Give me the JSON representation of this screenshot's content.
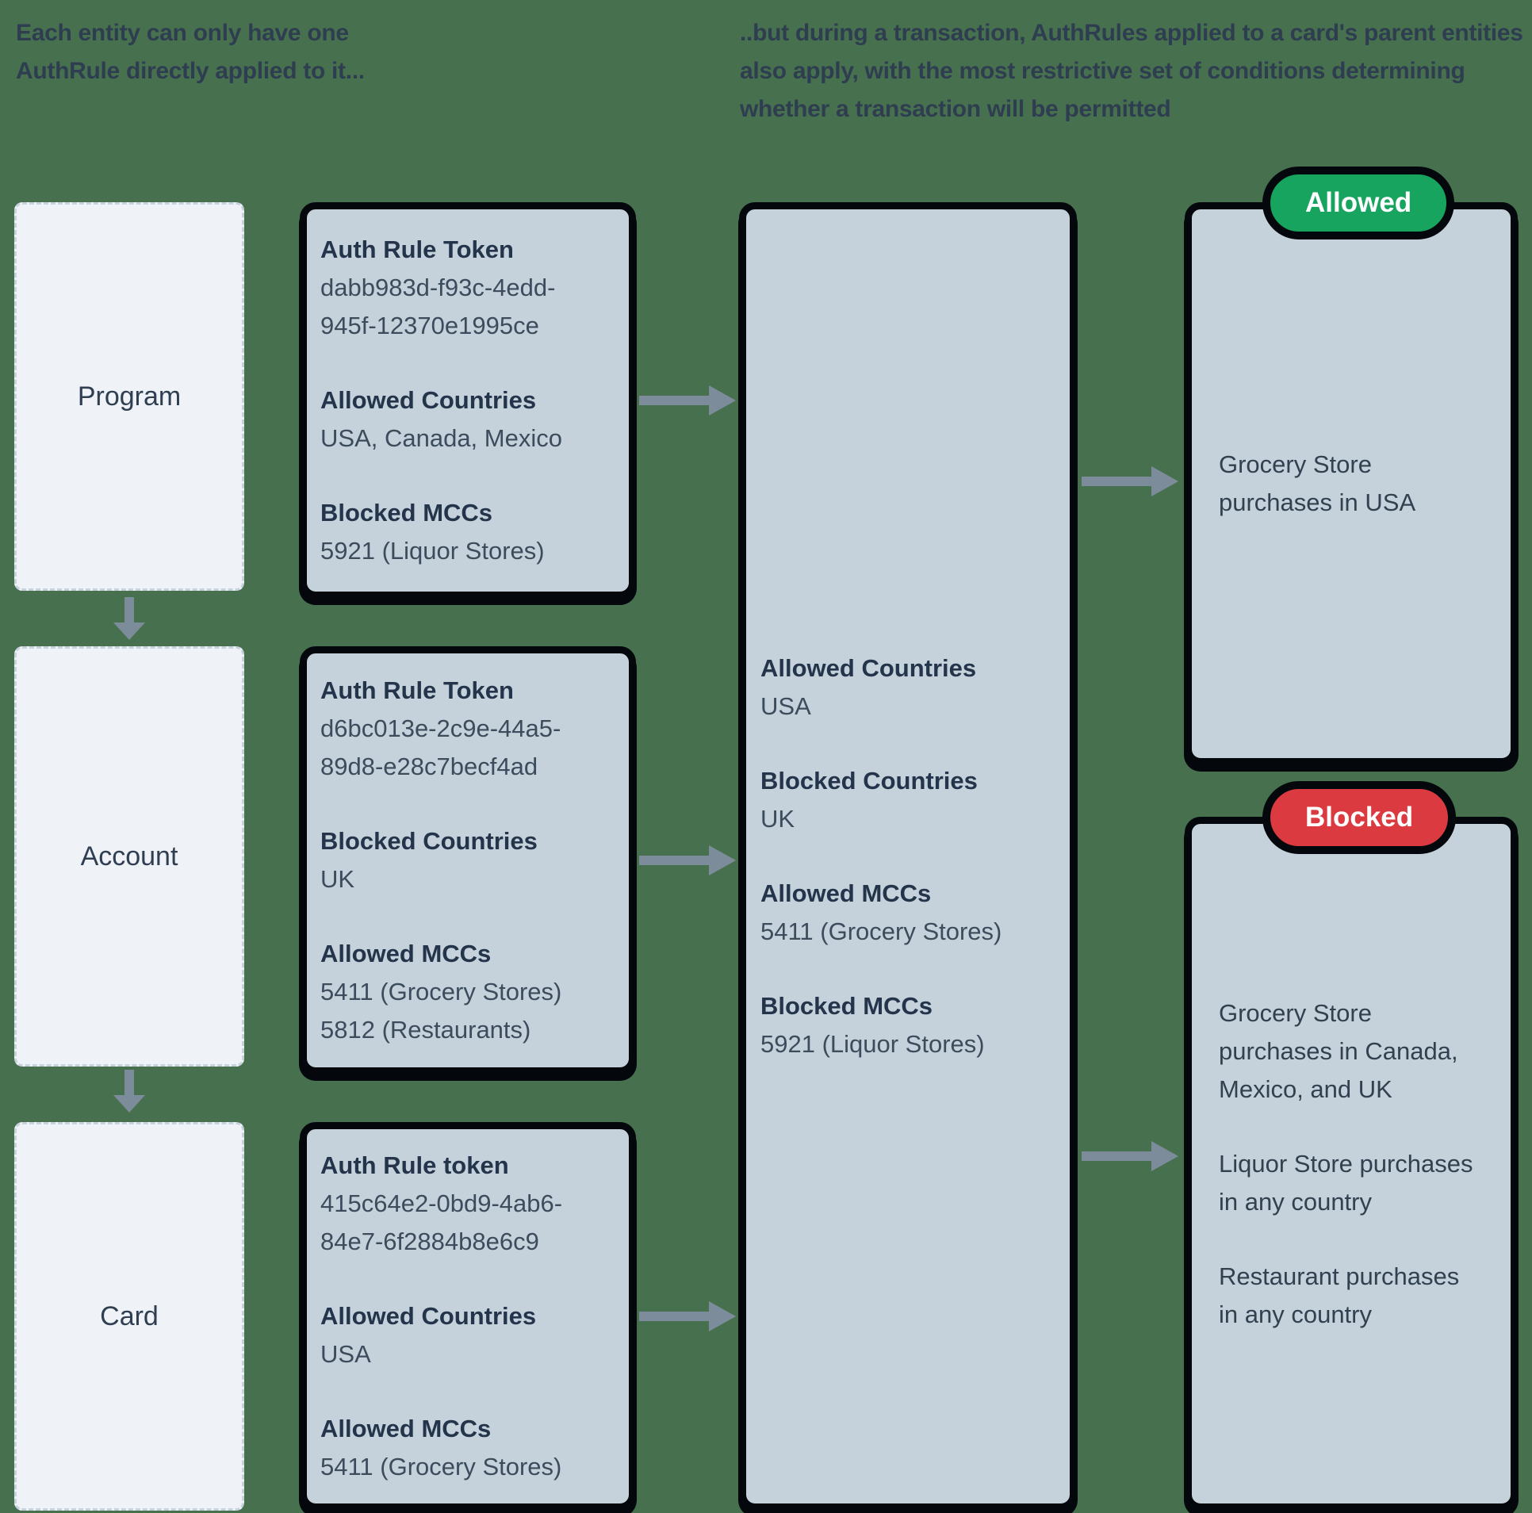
{
  "theme": {
    "background": "#47714E",
    "panel_fill": "#C5D2DC",
    "entity_fill": "#EFF3F7",
    "outline": "#04080D",
    "arrow": "#7D8C9B",
    "allowed_green": "#17A45F",
    "blocked_red": "#DC3A41"
  },
  "captions": {
    "left": "Each entity can only have one AuthRule directly applied to it...",
    "right": "..but during a transaction, AuthRules applied to a card's parent entities also apply, with the most restrictive set of conditions determining whether a transaction will be permitted"
  },
  "entities": [
    {
      "label": "Program"
    },
    {
      "label": "Account"
    },
    {
      "label": "Card"
    }
  ],
  "auth_cards": [
    {
      "sections": [
        {
          "label": "Auth Rule Token",
          "value": "dabb983d-f93c-4edd-945f-12370e1995ce"
        },
        {
          "label": "Allowed Countries",
          "value": "USA, Canada, Mexico"
        },
        {
          "label": "Blocked MCCs",
          "value": "5921 (Liquor Stores)"
        }
      ]
    },
    {
      "sections": [
        {
          "label": "Auth Rule Token",
          "value": "d6bc013e-2c9e-44a5-89d8-e28c7becf4ad"
        },
        {
          "label": "Blocked Countries",
          "value": "UK"
        },
        {
          "label": "Allowed MCCs",
          "value": "5411 (Grocery Stores)\n5812 (Restaurants)"
        }
      ]
    },
    {
      "sections": [
        {
          "label": "Auth Rule token",
          "value": "415c64e2-0bd9-4ab6-84e7-6f2884b8e6c9"
        },
        {
          "label": "Allowed Countries",
          "value": "USA"
        },
        {
          "label": "Allowed MCCs",
          "value": "5411 (Grocery Stores)"
        }
      ]
    }
  ],
  "combined": {
    "sections": [
      {
        "label": "Allowed Countries",
        "value": "USA"
      },
      {
        "label": "Blocked Countries",
        "value": "UK"
      },
      {
        "label": "Allowed MCCs",
        "value": "5411 (Grocery Stores)"
      },
      {
        "label": "Blocked MCCs",
        "value": "5921 (Liquor Stores)"
      }
    ]
  },
  "outcomes": [
    {
      "badge": "Allowed",
      "color": "#17A45F",
      "items": [
        "Grocery Store purchases in USA"
      ]
    },
    {
      "badge": "Blocked",
      "color": "#DC3A41",
      "items": [
        "Grocery Store purchases in Canada, Mexico, and UK",
        "Liquor Store purchases in any country",
        "Restaurant purchases in any country"
      ]
    }
  ]
}
